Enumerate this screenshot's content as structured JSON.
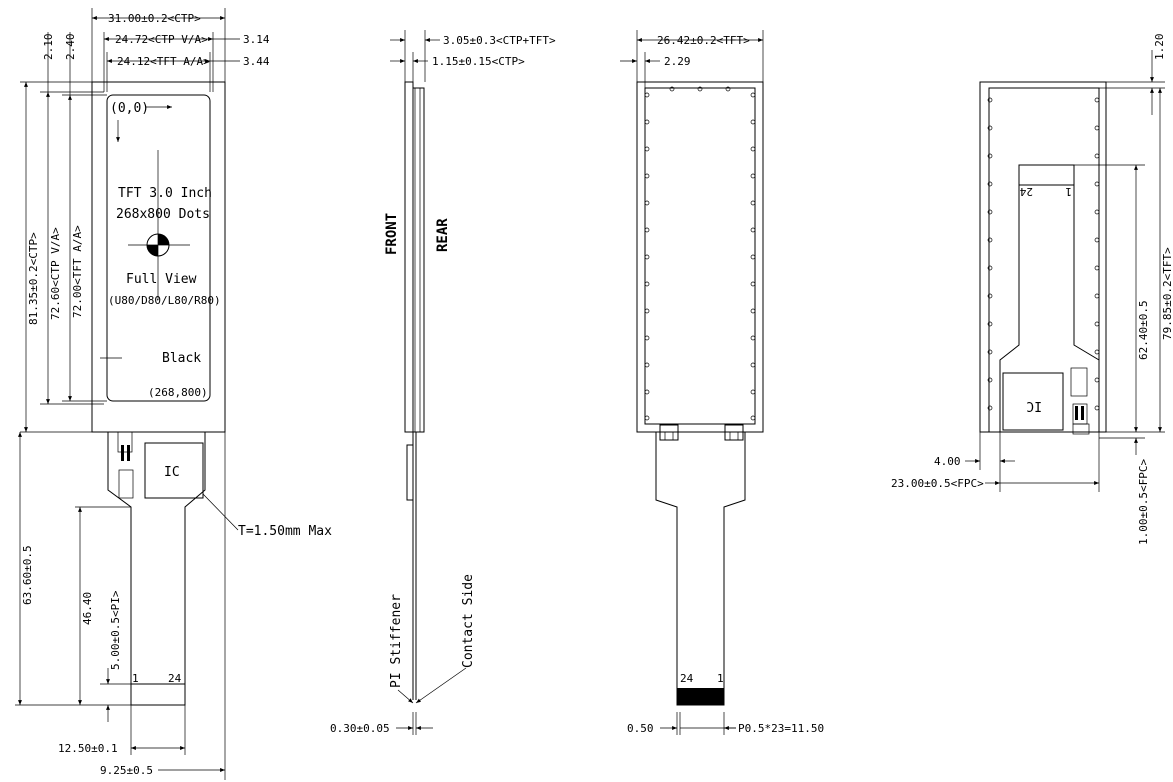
{
  "front_view": {
    "dims": {
      "ctp_width": "31.00±0.2<CTP>",
      "ctp_va": "24.72<CTP V/A>",
      "tft_aa": "24.12<TFT A/A>",
      "right_3_14": "3.14",
      "right_3_44": "3.44",
      "top_2_10": "2.10",
      "top_2_40": "2.40",
      "height_ctp": "81.35±0.2<CTP>",
      "height_ctp_va": "72.60<CTP V/A>",
      "height_tft_aa": "72.00<TFT A/A>",
      "total_63_60": "63.60±0.5",
      "fpc_46_40": "46.40",
      "pi_5_00": "5.00±0.5<PI>",
      "fpc_12_50": "12.50±0.1",
      "fpc_9_25": "9.25±0.5"
    },
    "screen_text": {
      "origin": "(0,0)",
      "size": "TFT 3.0 Inch",
      "resolution": "268x800 Dots",
      "view": "Full View",
      "angles": "(U80/D80/L80/R80)",
      "color": "Black",
      "corner": "(268,800)"
    },
    "ic_label": "IC",
    "thickness": "T=1.50mm Max",
    "pin_left": "1",
    "pin_right": "24"
  },
  "side_view": {
    "dims": {
      "total_thickness": "3.05±0.3<CTP+TFT>",
      "ctp_thickness": "1.15±0.15<CTP>",
      "fpc_thickness": "0.30±0.05"
    },
    "front_label": "FRONT",
    "rear_label": "REAR",
    "pi_stiffener": "PI Stiffener",
    "contact_side": "Contact Side"
  },
  "back_view": {
    "dims": {
      "tft_width": "26.42±0.2<TFT>",
      "offset_2_29": "2.29",
      "pitch_0_50": "0.50",
      "pitch_total": "P0.5*23=11.50"
    },
    "pin_left": "24",
    "pin_right": "1"
  },
  "rear_view": {
    "dims": {
      "top_1_20": "1.20",
      "fpc_62_40": "62.40±0.5",
      "tft_79_85": "79.85±0.2<TFT>",
      "w_4_00": "4.00",
      "fpc_23_00": "23.00±0.5<FPC>",
      "fpc_1_00": "1.00±0.5<FPC>"
    },
    "ic_label": "IC",
    "pin_left": "24",
    "pin_right": "1"
  }
}
